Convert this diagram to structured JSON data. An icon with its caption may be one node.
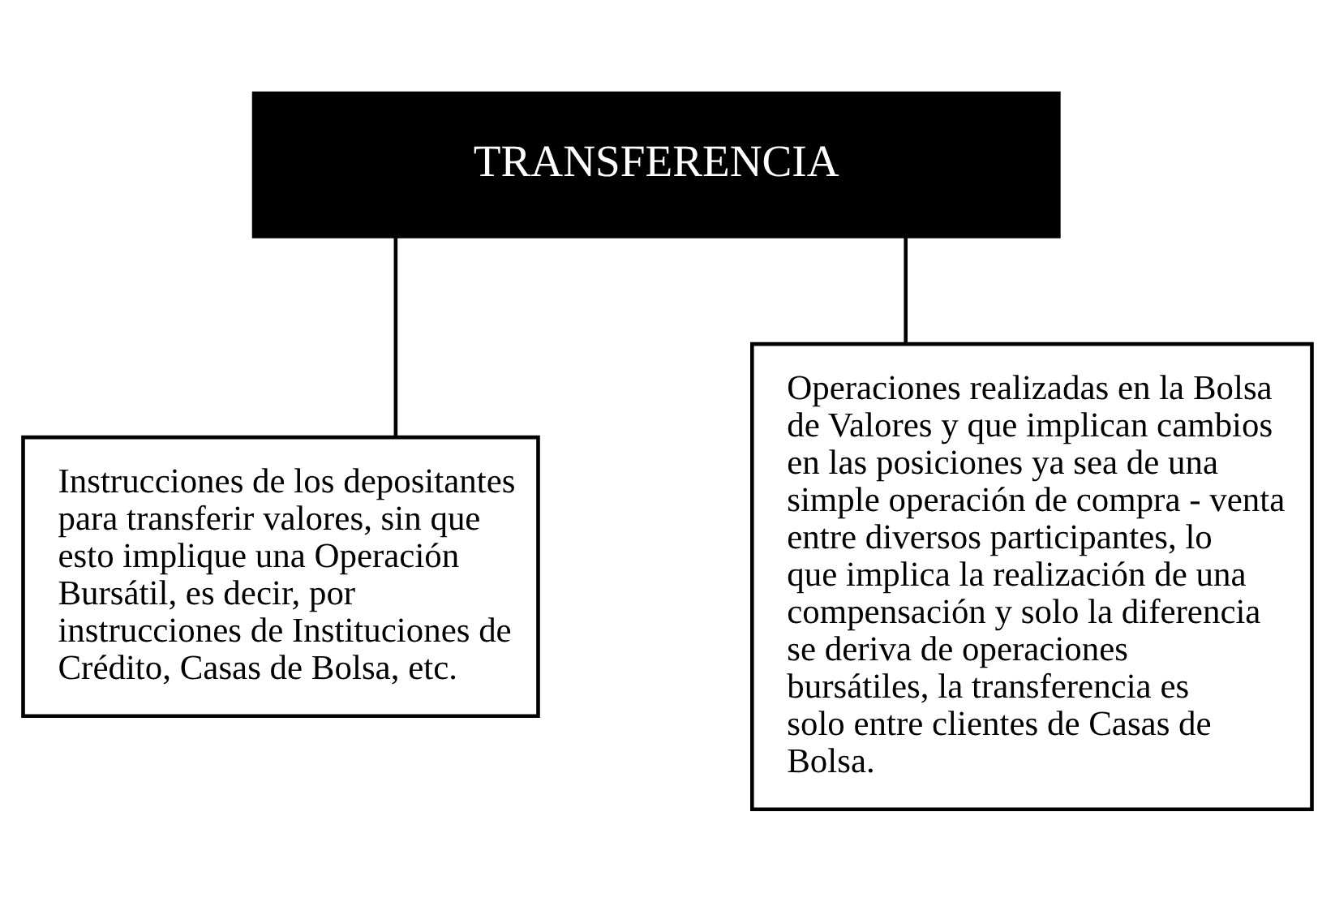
{
  "diagram": {
    "nodes": [
      {
        "text": [
          "TRANSFERENCIA"
        ]
      },
      {
        "text": [
          "Instrucciones de los depositantes para transferir valores, sin que esto implique una Operación Bursátil, es decir, por instrucciones de Instituciones de Crédito, Casas de Bolsa, etc."
        ]
      },
      {
        "text": [
          "Operaciones realizadas en la Bolsa de Valores y que implican cambios en las posiciones ya sea de una simple operación de compra - venta entre diversos participantes, lo que implica la realización de una compensación y solo la diferencia se deriva de operaciones bursátiles, la transferencia es solo entre clientes de Casas de Bolsa."
        ]
      }
    ],
    "edges": [
      {
        "from": 0,
        "to": 1,
        "arrow": "none"
      },
      {
        "from": 0,
        "to": 2,
        "arrow": "none"
      }
    ]
  }
}
